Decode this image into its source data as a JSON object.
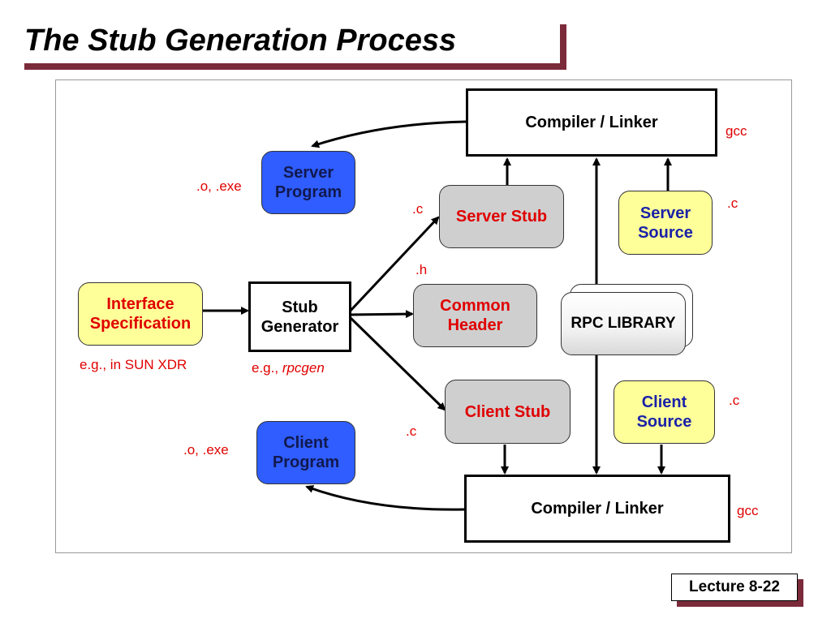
{
  "title": "The Stub Generation Process",
  "boxes": {
    "compiler_top": "Compiler / Linker",
    "compiler_bottom": "Compiler / Linker",
    "server_program": "Server Program",
    "server_stub": "Server Stub",
    "server_source": "Server Source",
    "interface_spec": "Interface Specification",
    "stub_generator": "Stub Generator",
    "common_header": "Common Header",
    "rpc_library": "RPC LIBRARY",
    "client_stub": "Client Stub",
    "client_source": "Client Source",
    "client_program": "Client Program"
  },
  "labels": {
    "gcc_top": "gcc",
    "gcc_bottom": "gcc",
    "o_exe_top": ".o, .exe",
    "o_exe_bottom": ".o, .exe",
    "c_server_stub": ".c",
    "c_server_source": ".c",
    "h_common": ".h",
    "c_client_stub": ".c",
    "c_client_source": ".c",
    "eg_sun_xdr": "e.g., in SUN XDR",
    "eg_prefix": "e.g., ",
    "eg_rpcgen": "rpcgen"
  },
  "footer": {
    "lecture": "Lecture 8-22"
  },
  "colors": {
    "program": "#2f5dff",
    "source": "#ffff99",
    "stub": "#cfcfcf",
    "accent_red": "#e00000",
    "shadow": "#7b2a3a"
  }
}
